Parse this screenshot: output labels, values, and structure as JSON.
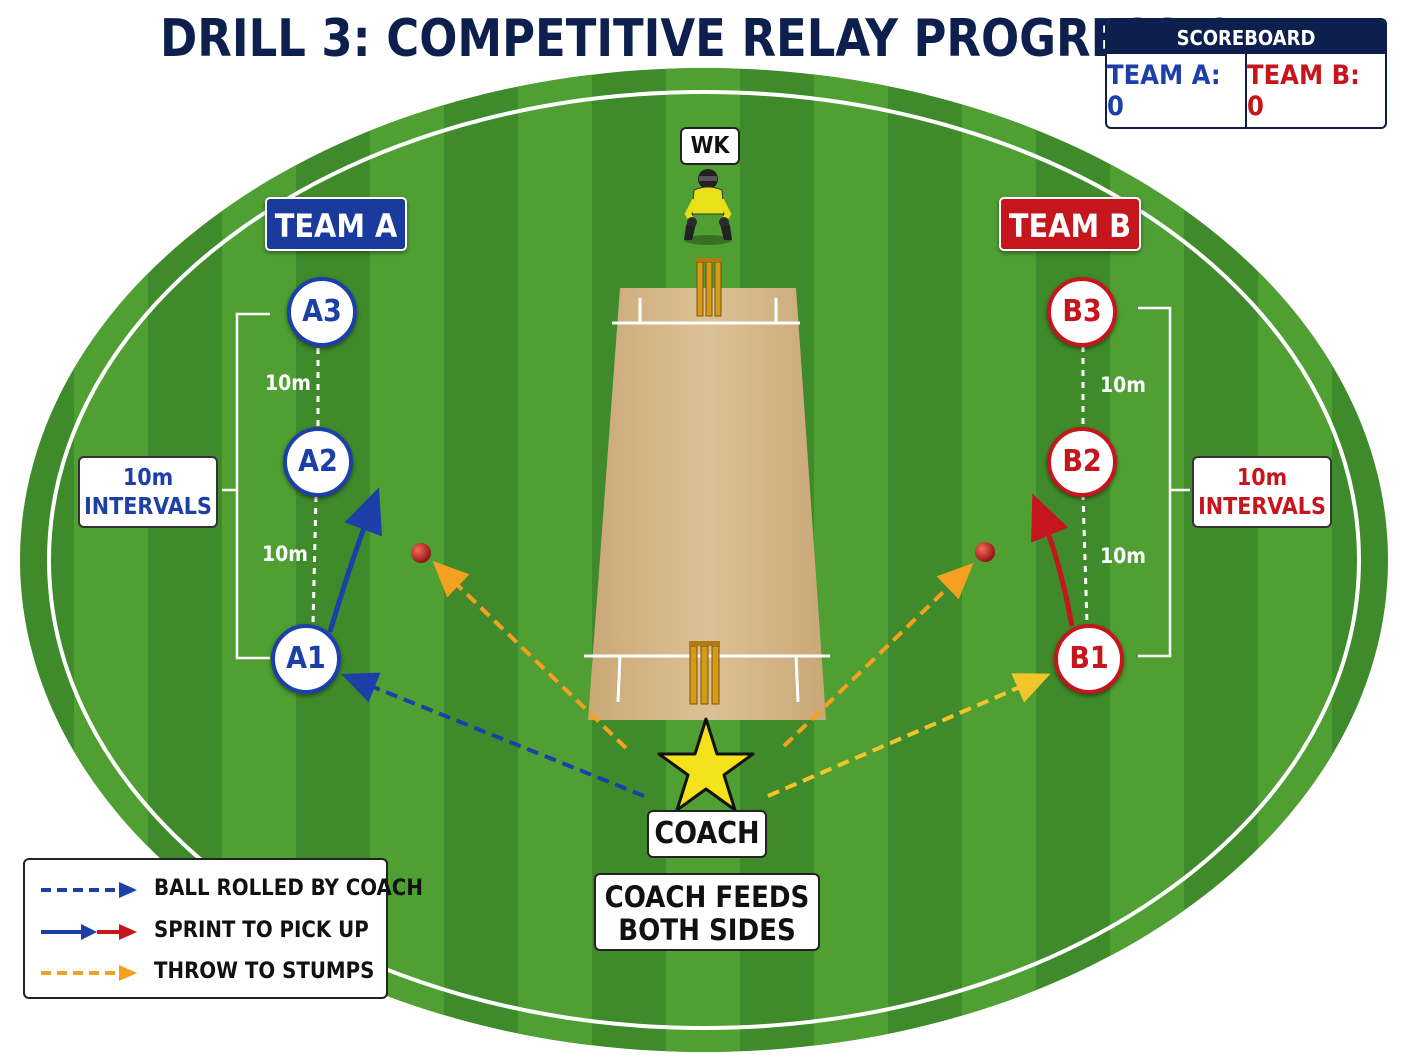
{
  "title": "DRILL 3: COMPETITIVE RELAY PROGRESSION",
  "scoreboard": {
    "heading": "SCOREBOARD",
    "team_a": "TEAM A: 0",
    "team_b": "TEAM B: 0"
  },
  "teams": {
    "a": {
      "name": "TEAM A",
      "color": "#1a3a9e",
      "players": [
        "A3",
        "A2",
        "A1"
      ],
      "distances": [
        "10m",
        "10m"
      ],
      "interval_line1": "10m",
      "interval_line2": "INTERVALS"
    },
    "b": {
      "name": "TEAM B",
      "color": "#c4161c",
      "players": [
        "B3",
        "B2",
        "B1"
      ],
      "distances": [
        "10m",
        "10m"
      ],
      "interval_line1": "10m",
      "interval_line2": "INTERVALS"
    }
  },
  "wicketkeeper_label": "WK",
  "coach": {
    "label": "COACH",
    "note_line1": "COACH FEEDS",
    "note_line2": "BOTH SIDES"
  },
  "legend": [
    {
      "label": "BALL ROLLED BY COACH",
      "style": "dashed",
      "colors": [
        "#1d3fa8"
      ]
    },
    {
      "label": "SPRINT TO PICK UP",
      "style": "solid",
      "colors": [
        "#1d3fa8",
        "#c4161c"
      ]
    },
    {
      "label": "THROW TO STUMPS",
      "style": "dashed",
      "colors": [
        "#f5a020"
      ]
    }
  ],
  "colors": {
    "field_dark": "#3f8a2a",
    "field_light": "#4f9f33",
    "pitch": "#d6b98a",
    "ball_roll_blue": "#1d3fa8",
    "ball_roll_yellow": "#f2c52a",
    "throw_orange": "#f5a020",
    "sprint_red": "#c4161c"
  }
}
